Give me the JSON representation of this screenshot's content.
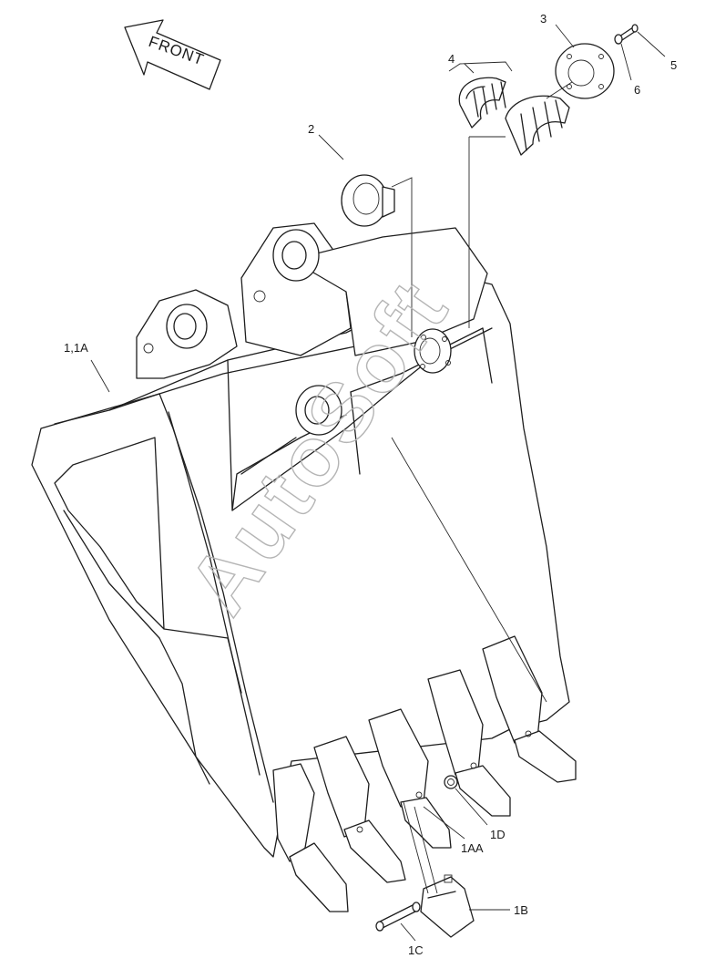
{
  "diagram": {
    "front_label": "FRONT",
    "watermark": "AutoSoft",
    "callouts": {
      "c1": "1,1A",
      "c2": "2",
      "c3": "3",
      "c4": "4",
      "c5": "5",
      "c6": "6",
      "c1aa": "1AA",
      "c1b": "1B",
      "c1c": "1C",
      "c1d": "1D"
    }
  }
}
